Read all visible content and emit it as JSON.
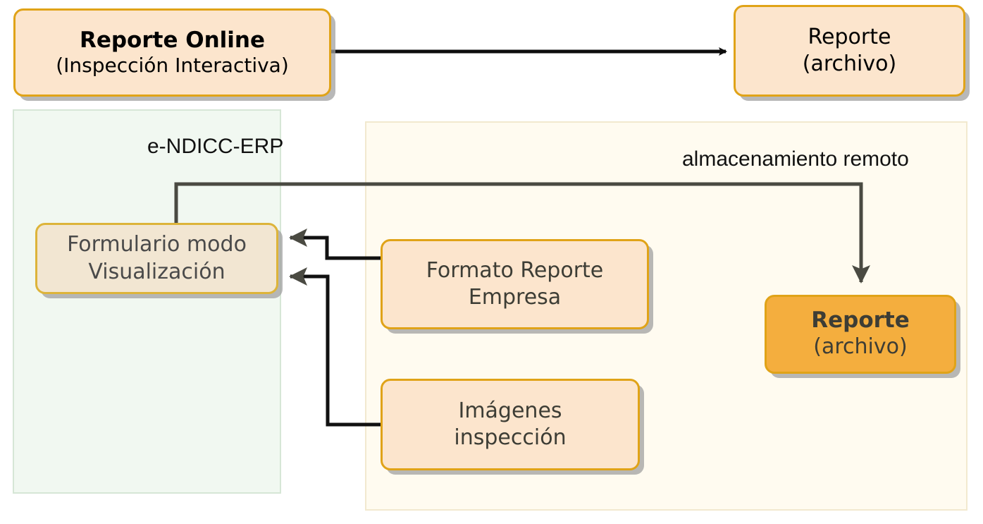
{
  "diagram": {
    "title_absent": true,
    "containers": [
      {
        "id": "erp",
        "label": "e-NDICC-ERP",
        "fill": "#f1f8f1",
        "stroke": "#d6e6d6"
      },
      {
        "id": "remote",
        "label": "almacenamiento remoto",
        "fill": "#fffbf0",
        "stroke": "#f2e9cf"
      }
    ],
    "nodes": [
      {
        "id": "reporte-online",
        "line1": "Reporte Online",
        "line2": "(Inspección Interactiva)",
        "style": "peach",
        "bold_line1": true
      },
      {
        "id": "reporte-archivo-top",
        "line1": "Reporte",
        "line2": "(archivo)",
        "style": "peach",
        "bold_line1": false
      },
      {
        "id": "formulario-visualizacion",
        "line1": "Formulario modo",
        "line2": "Visualización",
        "style": "tan",
        "bold_line1": false
      },
      {
        "id": "formato-reporte-empresa",
        "line1": "Formato Reporte",
        "line2": "Empresa",
        "style": "peach",
        "bold_line1": false
      },
      {
        "id": "imagenes-inspeccion",
        "line1": "Imágenes",
        "line2": "inspección",
        "style": "peach",
        "bold_line1": false
      },
      {
        "id": "reporte-archivo-bottom",
        "line1": "Reporte",
        "line2": "(archivo)",
        "style": "orange",
        "bold_line1": true
      }
    ],
    "edges": [
      {
        "from": "reporte-online",
        "to": "reporte-archivo-top",
        "arrow": "right",
        "color": "#0d0d0d"
      },
      {
        "from": "reporte-archivo-bottom",
        "to": "formulario-visualizacion",
        "arrow": "none",
        "color": "#4a4a42"
      },
      {
        "from": "formato-reporte-empresa",
        "to": "formulario-visualizacion",
        "arrow": "left",
        "color": "#111111"
      },
      {
        "from": "imagenes-inspeccion",
        "to": "formulario-visualizacion",
        "arrow": "left",
        "color": "#111111"
      },
      {
        "from": "remote-bus",
        "to": "reporte-archivo-bottom",
        "arrow": "down",
        "color": "#4a4a42"
      }
    ],
    "colors": {
      "accent_orange": "#e0a318",
      "node_peach": "#fce5cd",
      "node_tan": "#f2e6d2",
      "node_orange": "#f4ae3e",
      "container_green_fill": "#f1f8f1",
      "container_cream_fill": "#fffbf0",
      "edge_dark": "#4a4a42",
      "edge_black": "#0d0d0d",
      "text_dark": "#3d3d35"
    }
  }
}
